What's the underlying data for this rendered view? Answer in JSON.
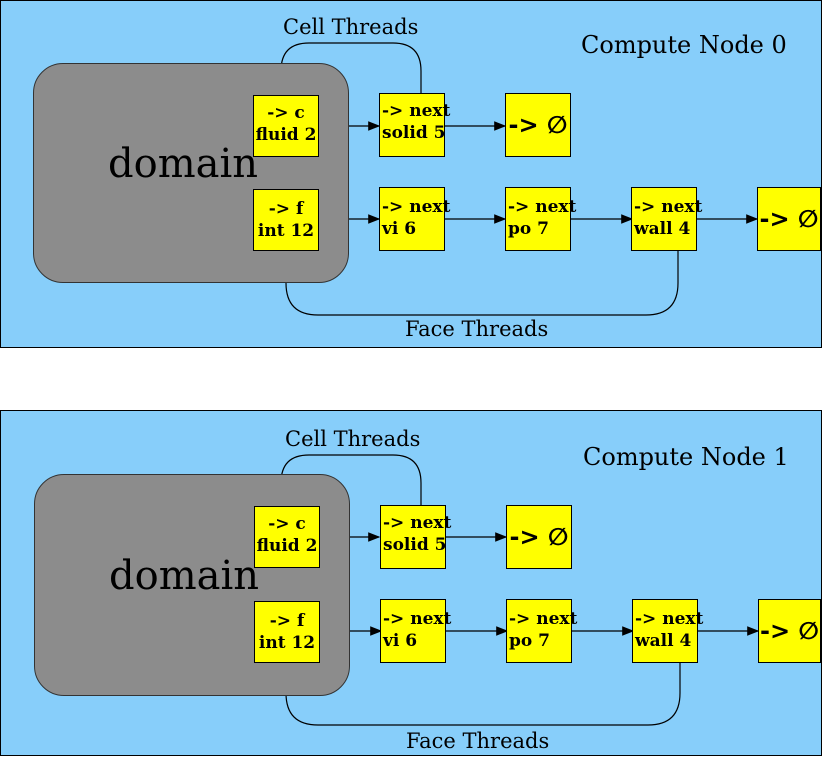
{
  "nodes": [
    {
      "title": "Compute Node 0",
      "domain_label": "domain",
      "cell_threads_label": "Cell Threads",
      "face_threads_label": "Face Threads",
      "cell_head": {
        "line1": "-> c",
        "line2": "fluid 2"
      },
      "face_head": {
        "line1": "-> f",
        "line2": "int 12"
      },
      "cell_list": [
        {
          "line1": "-> next",
          "line2": "solid 5"
        }
      ],
      "face_list": [
        {
          "line1": "-> next",
          "line2": "vi 6"
        },
        {
          "line1": "-> next",
          "line2": "po 7"
        },
        {
          "line1": "-> next",
          "line2": "wall 4"
        }
      ],
      "null_label": "-> ∅"
    },
    {
      "title": "Compute Node 1",
      "domain_label": "domain",
      "cell_threads_label": "Cell Threads",
      "face_threads_label": "Face Threads",
      "cell_head": {
        "line1": "-> c",
        "line2": "fluid 2"
      },
      "face_head": {
        "line1": "-> f",
        "line2": "int 12"
      },
      "cell_list": [
        {
          "line1": "-> next",
          "line2": "solid 5"
        }
      ],
      "face_list": [
        {
          "line1": "-> next",
          "line2": "vi 6"
        },
        {
          "line1": "-> next",
          "line2": "po 7"
        },
        {
          "line1": "-> next",
          "line2": "wall 4"
        }
      ],
      "null_label": "-> ∅"
    }
  ],
  "colors": {
    "background": "#87cefa",
    "domain": "#8c8c8c",
    "box": "#ffff00"
  }
}
